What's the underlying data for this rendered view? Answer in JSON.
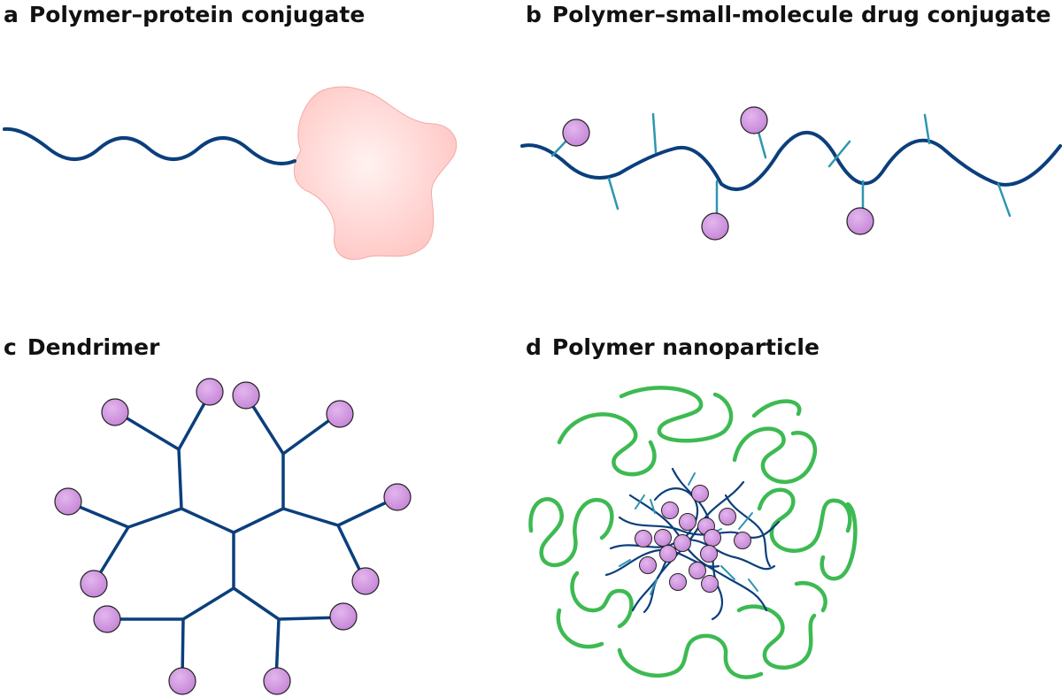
{
  "panels": {
    "a": {
      "letter": "a",
      "title": "Polymer–protein conjugate"
    },
    "b": {
      "letter": "b",
      "title": "Polymer–small-molecule drug conjugate"
    },
    "c": {
      "letter": "c",
      "title": "Dendrimer"
    },
    "d": {
      "letter": "d",
      "title": "Polymer nanoparticle"
    }
  },
  "colors": {
    "polymer": "#0b3f7c",
    "side_chain": "#2f95b3",
    "drug": "#c584d6",
    "drug_outline": "#222222",
    "protein": "#ffc7c4",
    "shell": "#3dba52"
  }
}
